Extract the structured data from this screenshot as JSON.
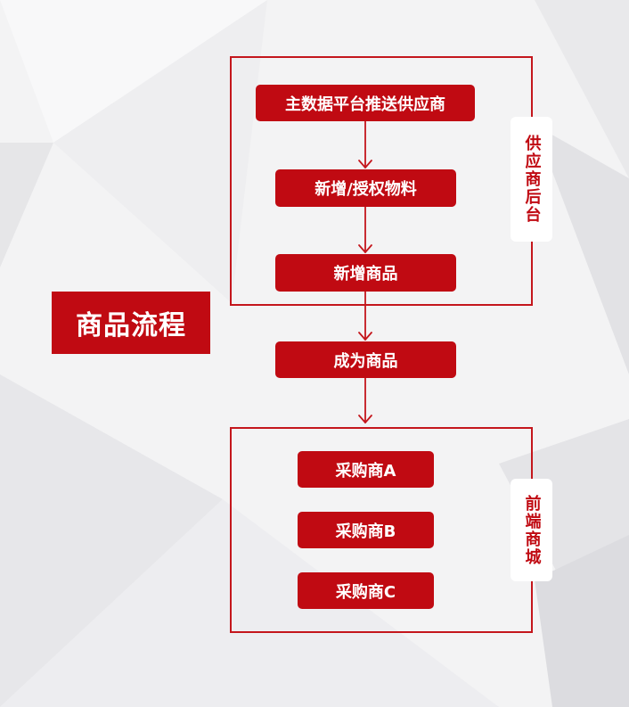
{
  "title": "商品流程",
  "groups": {
    "supplier_backend": "供应商后台",
    "frontend_mall": "前端商城"
  },
  "nodes": {
    "mdp_push": "主数据平台推送供应商",
    "add_authorize": "新增/授权物料",
    "add_product": "新增商品",
    "become_product": "成为商品",
    "buyer_a": "采购商A",
    "buyer_b": "采购商B",
    "buyer_c": "采购商C"
  },
  "colors": {
    "accent": "#c00a12",
    "frame": "#c4161c",
    "background": "#f3f3f4"
  }
}
